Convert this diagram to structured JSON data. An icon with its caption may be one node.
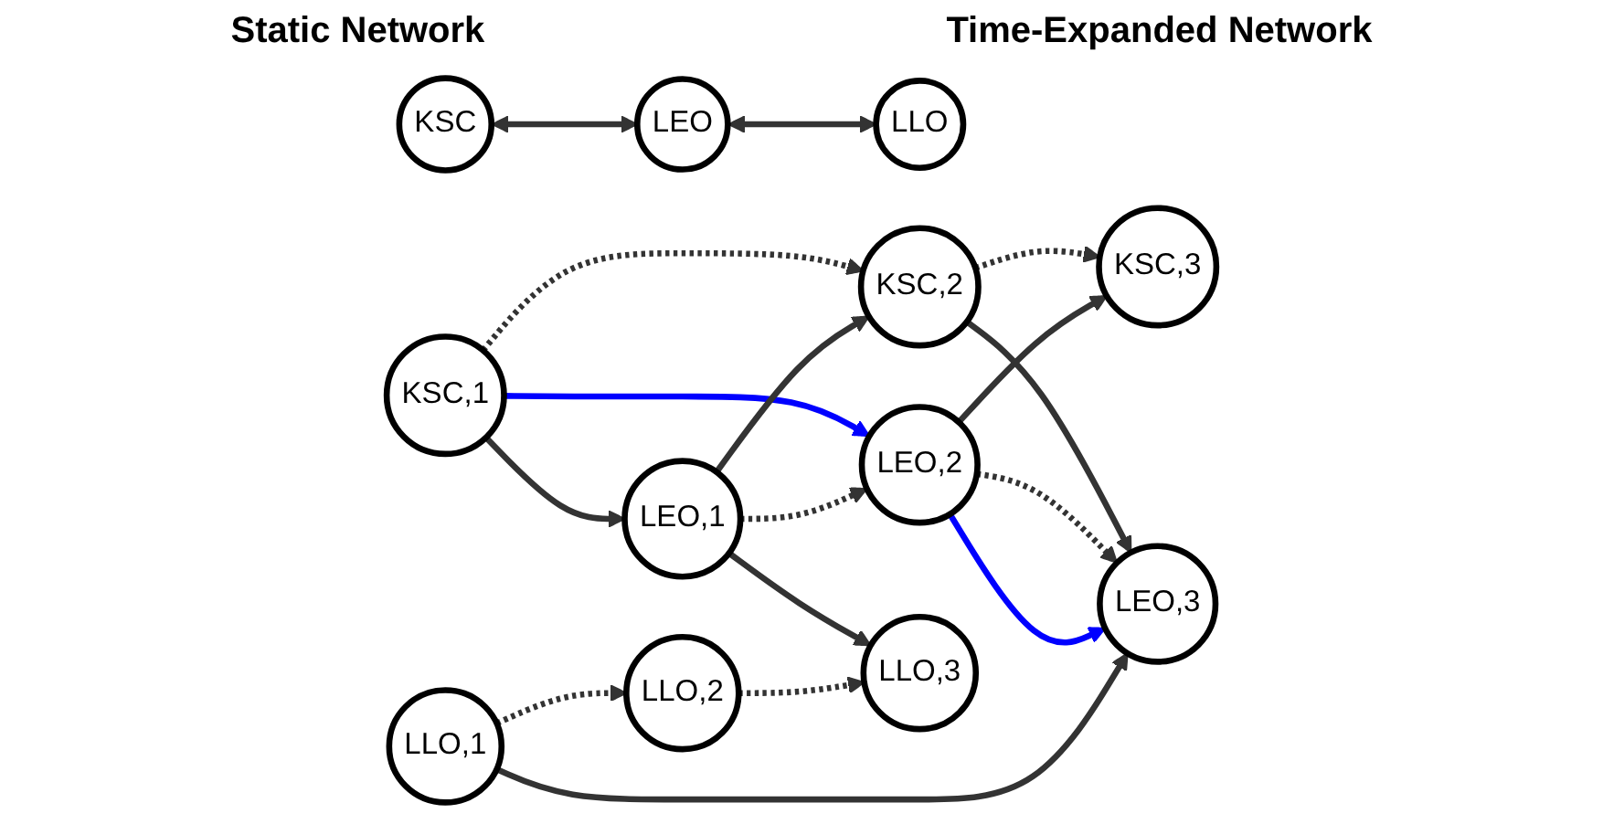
{
  "diagram": {
    "nodes": [
      {
        "text": [
          "KSC"
        ]
      },
      {
        "text": [
          "LEO"
        ]
      },
      {
        "text": [
          "LLO"
        ]
      },
      {
        "text": [
          "KSC,1"
        ]
      },
      {
        "text": [
          "KSC,2"
        ]
      },
      {
        "text": [
          "KSC,3"
        ]
      },
      {
        "text": [
          "LEO,1"
        ]
      },
      {
        "text": [
          "LEO,2"
        ]
      },
      {
        "text": [
          "LEO,3"
        ]
      },
      {
        "text": [
          "LLO,1"
        ]
      },
      {
        "text": [
          "LLO,2"
        ]
      },
      {
        "text": [
          "LLO,3"
        ]
      }
    ],
    "edges": [
      {
        "from": 0,
        "to": 1,
        "arrow": "both"
      },
      {
        "from": 1,
        "to": 2,
        "arrow": "both"
      },
      {
        "from": 3,
        "to": 4,
        "arrow": "to",
        "style": "dashed"
      },
      {
        "from": 4,
        "to": 5,
        "arrow": "to",
        "style": "dashed"
      },
      {
        "from": 3,
        "to": 6,
        "arrow": "to"
      },
      {
        "from": 3,
        "to": 7,
        "arrow": "to",
        "color": "#0000ff"
      },
      {
        "from": 6,
        "to": 4,
        "arrow": "to"
      },
      {
        "from": 6,
        "to": 7,
        "arrow": "to",
        "style": "dashed"
      },
      {
        "from": 6,
        "to": 11,
        "arrow": "to"
      },
      {
        "from": 4,
        "to": 8,
        "arrow": "to"
      },
      {
        "from": 7,
        "to": 5,
        "arrow": "to"
      },
      {
        "from": 7,
        "to": 8,
        "arrow": "to",
        "style": "dashed"
      },
      {
        "from": 7,
        "to": 8,
        "arrow": "to",
        "color": "#0000ff"
      },
      {
        "from": 9,
        "to": 8,
        "arrow": "to"
      },
      {
        "from": 9,
        "to": 10,
        "arrow": "to",
        "style": "dashed"
      },
      {
        "from": 10,
        "to": 11,
        "arrow": "to",
        "style": "dashed"
      }
    ],
    "labels": [
      "Static Network",
      "Time-Expanded Network"
    ]
  }
}
